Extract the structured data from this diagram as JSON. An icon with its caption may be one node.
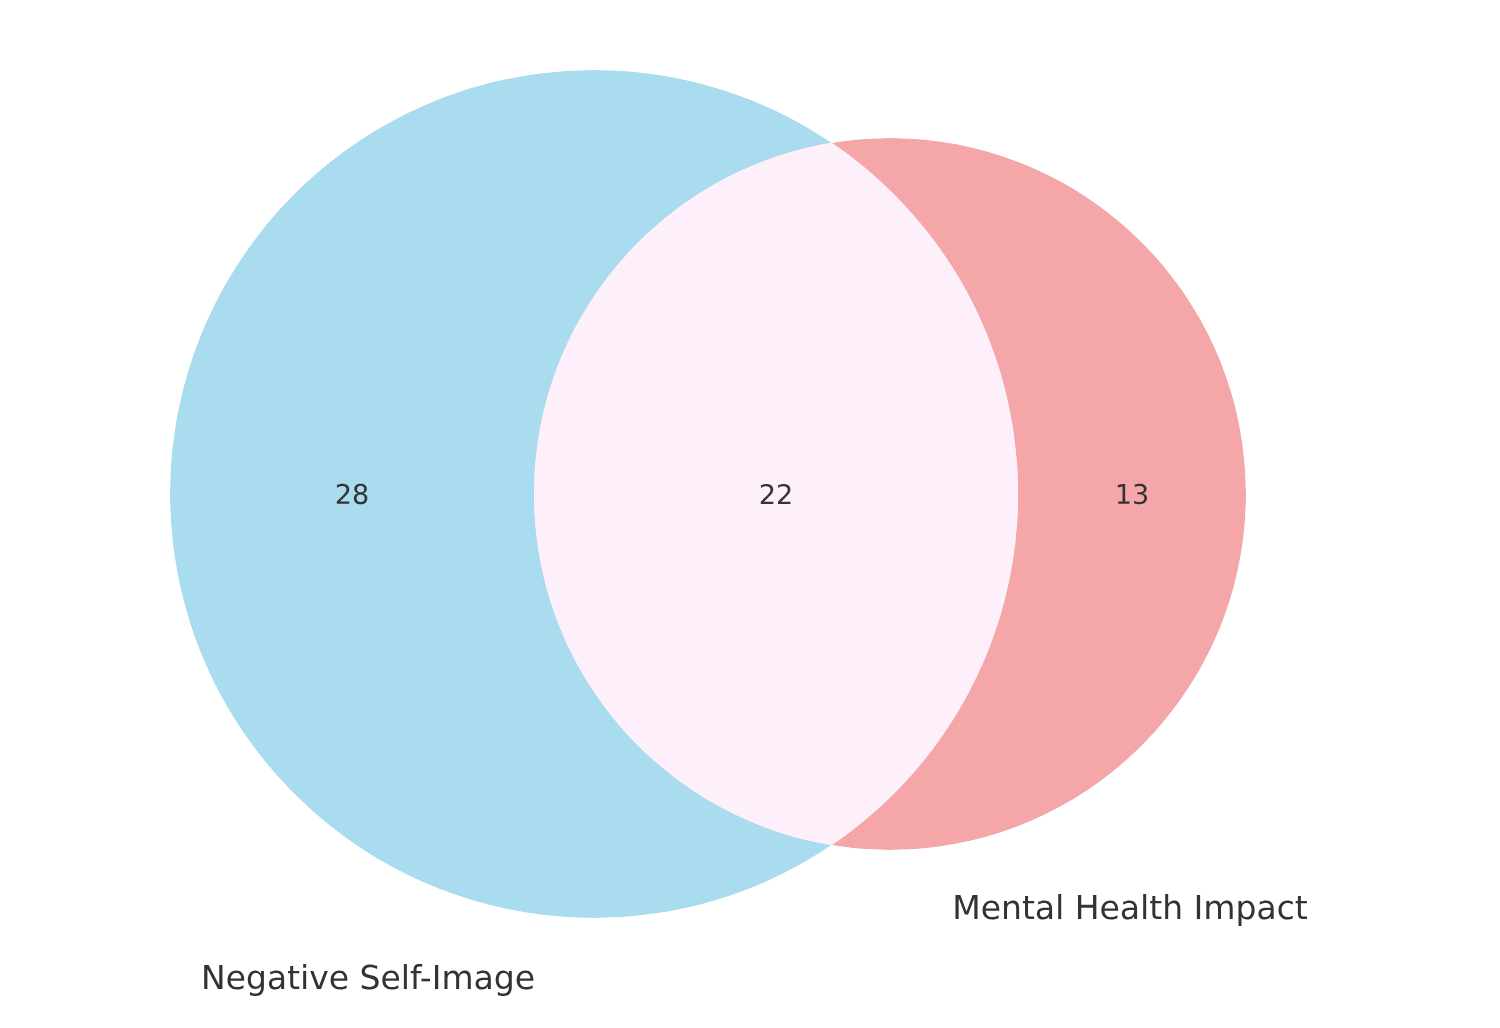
{
  "diagram": {
    "nodes": [
      {
        "text": [
          "Negative Self-Image"
        ]
      },
      {
        "text": [
          "Mental Health Impact"
        ]
      }
    ],
    "labels": [
      "28",
      "22",
      "13"
    ]
  }
}
